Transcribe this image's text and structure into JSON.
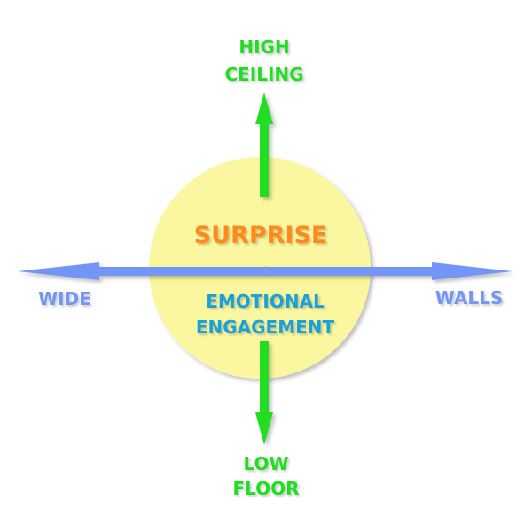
{
  "title": "Surprise / Emotional Engagement diagram",
  "colors": {
    "circle_fill": "#fbf7a0",
    "vertical_axis": "#22dd22",
    "horizontal_axis": "#7395f5",
    "surprise": "#ff8a1c",
    "engagement": "#1aa0d8"
  },
  "labels": {
    "top_line1": "HIGH",
    "top_line2": "CEILING",
    "bottom_line1": "LOW",
    "bottom_line2": "FLOOR",
    "left": "WIDE",
    "right": "WALLS",
    "center_top": "SURPRISE",
    "center_bottom_line1": "EMOTIONAL",
    "center_bottom_line2": "ENGAGEMENT"
  }
}
